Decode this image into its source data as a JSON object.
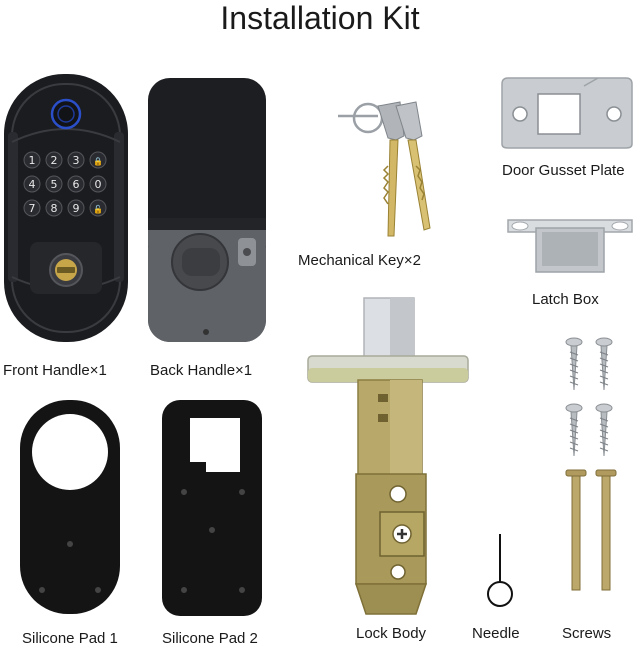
{
  "page": {
    "title": "Installation Kit"
  },
  "items": {
    "front_handle": "Front Handle×1",
    "back_handle": "Back Handle×1",
    "mechanical_key": "Mechanical Key×2",
    "door_gusset_plate": "Door Gusset Plate",
    "latch_box": "Latch Box",
    "silicone_pad_1": "Silicone Pad 1",
    "silicone_pad_2": "Silicone Pad 2",
    "lock_body": "Lock Body",
    "needle": "Needle",
    "screws": "Screws"
  },
  "keypad": {
    "keys": [
      "1",
      "2",
      "3",
      "🔒",
      "4",
      "5",
      "6",
      "0",
      "7",
      "8",
      "9",
      "🔓"
    ]
  },
  "colors": {
    "lock_black": "#1d1e21",
    "metal_silver": "#c9cdd1",
    "brass": "#c7a64a",
    "zinc": "#b8a86a",
    "key_gold": "#d2b866"
  }
}
